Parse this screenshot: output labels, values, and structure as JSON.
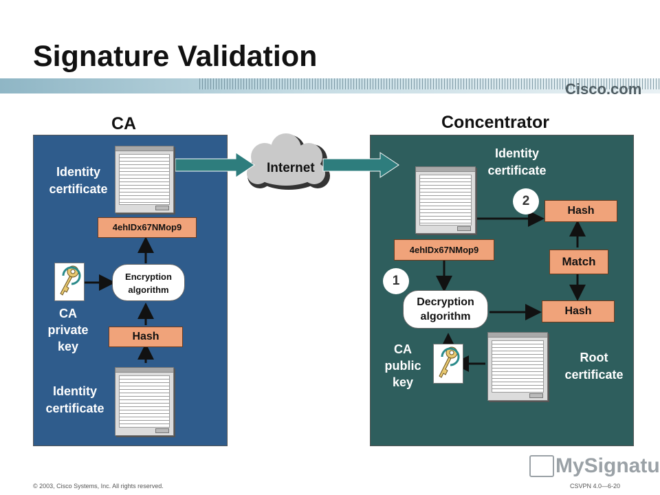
{
  "title": "Signature Validation",
  "brand": "Cisco.com",
  "ca": {
    "heading": "CA",
    "identity_certificate_top": "Identity certificate",
    "signature_value": "4ehIDx67NMop9",
    "encryption": "Encryption algorithm",
    "private_key": "CA private key",
    "hash": "Hash",
    "identity_certificate_bottom": "Identity certificate"
  },
  "internet": "Internet",
  "concentrator": {
    "heading": "Concentrator",
    "identity_certificate": "Identity certificate",
    "step2": "2",
    "hash_top": "Hash",
    "signature_value": "4ehIDx67NMop9",
    "match": "Match",
    "step1": "1",
    "decryption": "Decryption algorithm",
    "hash_bottom": "Hash",
    "public_key": "CA public key",
    "root_certificate": "Root certificate"
  },
  "footer": {
    "copyright": "© 2003, Cisco Systems, Inc. All rights reserved.",
    "course_code": "CSVPN 4.0—6-20"
  },
  "mysignature": "MySignature",
  "colors": {
    "ca_panel": "#2f5c8c",
    "concentrator_panel": "#2e5e5d",
    "box_fill": "#f0a37a",
    "arrow_fill": "#2e7d7d"
  },
  "icons": [
    "certificate-icon",
    "key-icon",
    "cloud-icon",
    "arrow-icon"
  ]
}
